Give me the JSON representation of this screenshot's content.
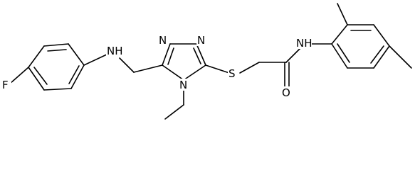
{
  "diagram": {
    "type": "chemical-structure",
    "atoms": {
      "F": "F",
      "NH_amine": "NH",
      "N_triazole_1": "N",
      "N_triazole_2": "N",
      "N_triazole_4": "N",
      "S": "S",
      "O": "O",
      "NH_amide": "NH"
    }
  }
}
